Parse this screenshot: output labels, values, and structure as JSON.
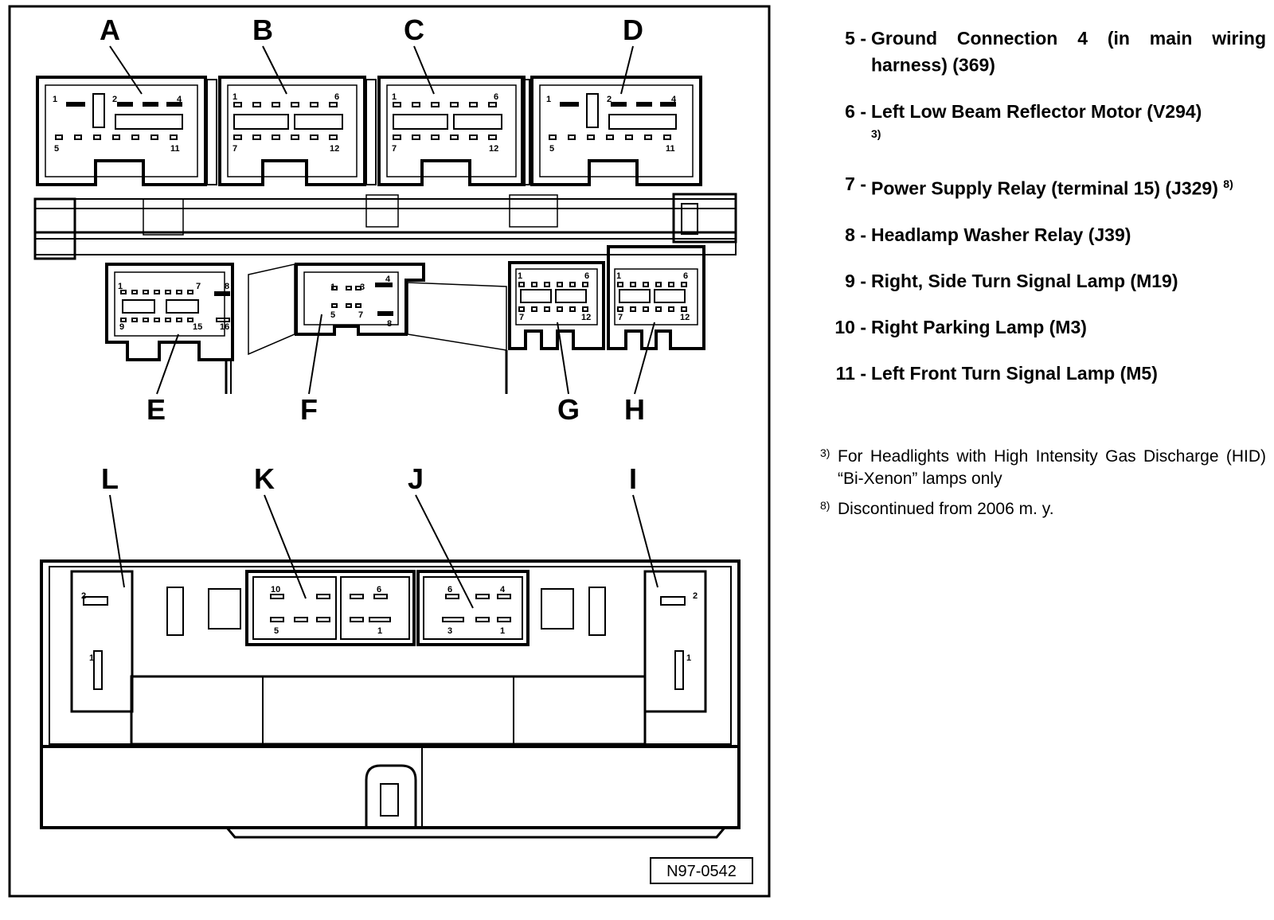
{
  "diagram": {
    "labels": [
      "A",
      "B",
      "C",
      "D",
      "E",
      "F",
      "G",
      "H",
      "L",
      "K",
      "J",
      "I"
    ],
    "figure_code": "N97-0542",
    "pins": {
      "A": [
        "1",
        "2",
        "4",
        "5",
        "11"
      ],
      "B": [
        "1",
        "6",
        "7",
        "12"
      ],
      "C": [
        "1",
        "6",
        "7",
        "12"
      ],
      "D": [
        "1",
        "2",
        "4",
        "5",
        "11"
      ],
      "E": [
        "1",
        "7",
        "8",
        "9",
        "15",
        "16"
      ],
      "F": [
        "1",
        "3",
        "4",
        "5",
        "7",
        "8"
      ],
      "G": [
        "1",
        "6",
        "7",
        "12"
      ],
      "H": [
        "1",
        "6",
        "7",
        "12"
      ],
      "L": [
        "2",
        "1"
      ],
      "K": [
        "10",
        "5",
        "6",
        "1"
      ],
      "J": [
        "6",
        "4",
        "3",
        "1"
      ],
      "I": [
        "2",
        "1"
      ]
    }
  },
  "legend": [
    {
      "number": "5 -",
      "text": "Ground Connection 4 (in main wiring harness) (369)",
      "note": ""
    },
    {
      "number": "6 -",
      "text": "Left Low Beam Reflector Motor (V294)",
      "note": "3)"
    },
    {
      "number": "7 -",
      "text": "Power Supply Relay (terminal 15) (J329)",
      "note": "8)"
    },
    {
      "number": "8 -",
      "text": "Headlamp Washer Relay (J39)",
      "note": ""
    },
    {
      "number": "9 -",
      "text": "Right, Side Turn Signal Lamp (M19)",
      "note": ""
    },
    {
      "number": "10 -",
      "text": "Right Parking Lamp (M3)",
      "note": ""
    },
    {
      "number": "11 -",
      "text": "Left Front Turn Signal Lamp (M5)",
      "note": ""
    }
  ],
  "footnotes": [
    {
      "marker": "3)",
      "text": "For Headlights with High Intensity Gas Discharge (HID) “Bi-Xenon” lamps only"
    },
    {
      "marker": "8)",
      "text": "Discontinued from 2006 m. y."
    }
  ]
}
